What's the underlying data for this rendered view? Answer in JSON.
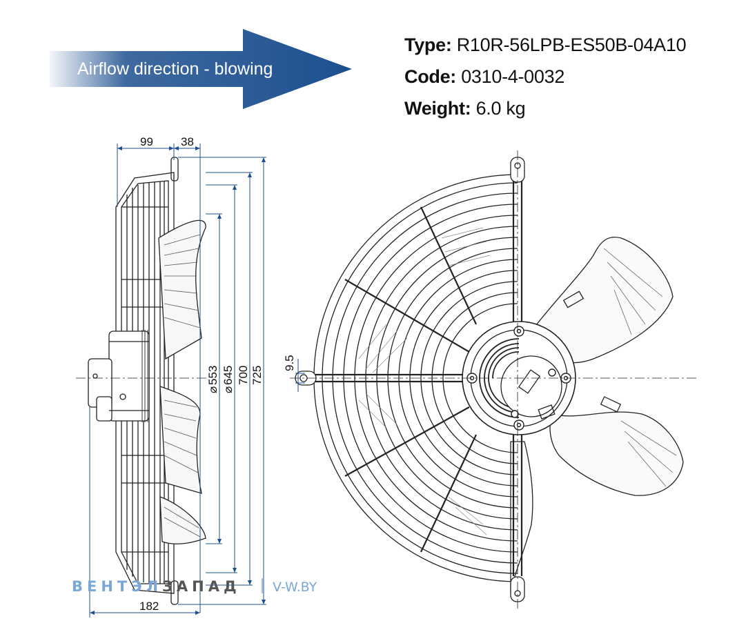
{
  "airflow": {
    "label": "Airflow direction - blowing",
    "color": "#1d4f8f"
  },
  "specs": [
    {
      "key": "Type:",
      "value": "R10R-56LPB-ES50B-04A10"
    },
    {
      "key": "Code:",
      "value": "0310-4-0032"
    },
    {
      "key": "Weight:",
      "value": "6.0 kg"
    }
  ],
  "dimensions": {
    "top_left": "99",
    "top_right": "38",
    "bottom": "182",
    "d553": "553",
    "d645": "645",
    "h700": "700",
    "h725": "725",
    "hole": "9.5",
    "diameter_symbol": "⌀"
  },
  "watermark": {
    "brand_part1": "ВЕНТЭЛ",
    "brand_part2": "ЗАПАД",
    "url": "V-W.BY",
    "color_light": "#7aa7d6",
    "color_dark": "#555555"
  },
  "line_colors": {
    "drawing": "#222222",
    "dimension": "#1d4f8f"
  }
}
